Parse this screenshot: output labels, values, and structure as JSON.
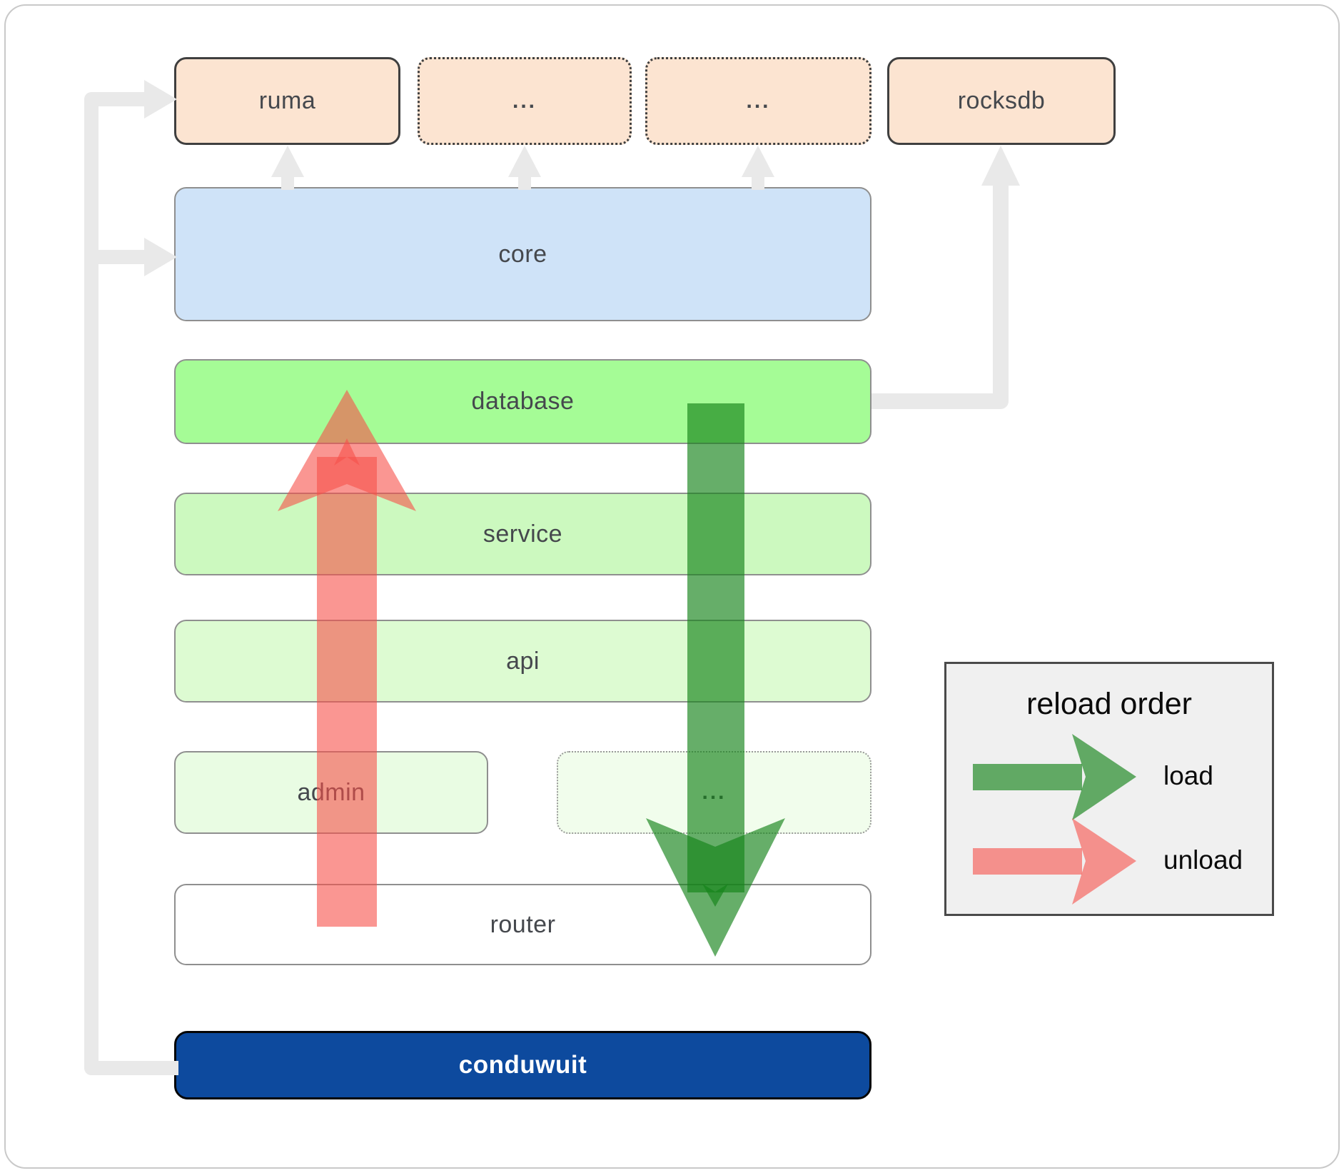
{
  "diagram": {
    "boxes": {
      "ruma": {
        "label": "ruma"
      },
      "ellipsis_top_1": {
        "label": "..."
      },
      "ellipsis_top_2": {
        "label": "..."
      },
      "rocksdb": {
        "label": "rocksdb"
      },
      "core": {
        "label": "core"
      },
      "database": {
        "label": "database"
      },
      "service": {
        "label": "service"
      },
      "api": {
        "label": "api"
      },
      "admin": {
        "label": "admin"
      },
      "ellipsis_mid": {
        "label": "..."
      },
      "router": {
        "label": "router"
      },
      "conduwuit": {
        "label": "conduwuit"
      }
    },
    "colors": {
      "peach": "#fce4d1",
      "core_blue": "#cfe3f8",
      "database_green": "#a5fc96",
      "service_green": "#ccf9bf",
      "api_green": "#ddfbd2",
      "admin_green": "#e9fce3",
      "ellipsis_mid_green": "#f1fdec",
      "router_white": "#ffffff",
      "conduwuit_blue": "#0d4a9e",
      "connector_gray": "#e9e9e9",
      "load_green": "rgba(20,130,25,0.65)",
      "unload_red": "rgba(246,80,73,0.6)"
    },
    "legend": {
      "title": "reload order",
      "items": [
        {
          "label": "load"
        },
        {
          "label": "unload"
        }
      ]
    }
  }
}
